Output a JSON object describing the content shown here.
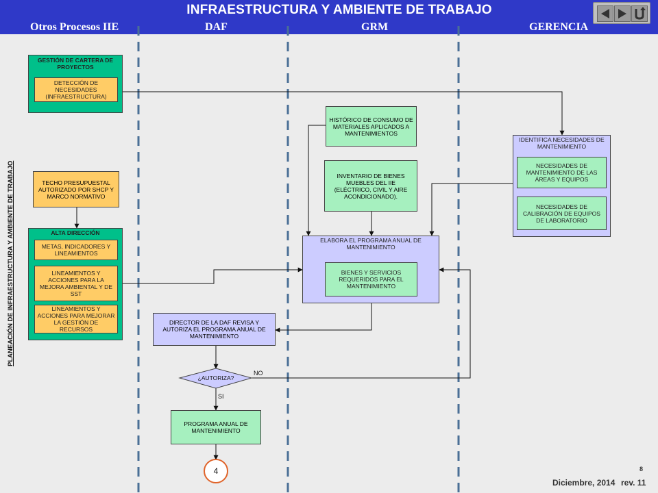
{
  "header": {
    "title": "INFRAESTRUCTURA Y AMBIENTE DE TRABAJO",
    "lanes": [
      "Otros Procesos IIE",
      "DAF",
      "GRM",
      "GERENCIA"
    ],
    "nav": {
      "back_icon": "triangle-left-icon",
      "forward_icon": "triangle-right-icon",
      "return_icon": "return-arrow-icon"
    }
  },
  "side_label": "PLANEACIÓN DE INFRAESTRUCTURA Y AMBIENTE DE TRABAJO",
  "nodes": {
    "cartera_title": "GESTIÓN DE CARTERA DE PROYECTOS",
    "deteccion": "DETECCIÓN DE NECESIDADES (INFRAESTRUCTURA)",
    "techo": "TECHO PRESUPUESTAL AUTORIZADO POR SHCP Y MARCO NORMATIVO",
    "alta_title": "ALTA DIRECCIÓN",
    "metas": "METAS, INDICADORES Y LINEAMIENTOS",
    "lineamientos_ssr": "LINEAMIENTOS Y ACCIONES PARA LA MEJORA AMBIENTAL Y DE SST",
    "lineamientos_rec": "LINEAMIENTOS Y ACCIONES PARA MEJORAR LA GESTIÓN DE RECURSOS",
    "historico": "HISTÓRICO DE CONSUMO DE MATERIALES APLICADOS A MANTENIMIENTOS",
    "inventario": "INVENTARIO DE BIENES MUEBLES DEL IIE (ELÉCTRICO, CIVIL Y AIRE ACONDICIONADO).",
    "identifica_title": "IDENTIFICA NECESIDADES DE MANTENIMIENTO",
    "nec_areas": "NECESIDADES DE MANTENIMIENTO DE LAS ÁREAS Y EQUIPOS",
    "nec_calib": "NECESIDADES DE CALIBRACIÓN DE EQUIPOS DE LABORATORIO",
    "elabora_title": "ELABORA EL PROGRAMA ANUAL DE MANTENIMIENTO",
    "bienes": "BIENES Y SERVICIOS REQUERIDOS PARA EL MANTENIMIENTO",
    "director": "DIRECTOR DE LA DAF REVISA Y AUTORIZA EL PROGRAMA ANUAL DE MANTENIMIENTO",
    "autoriza": "¿AUTORIZA?",
    "no": "NO",
    "si": "SI",
    "programa": "PROGRAMA ANUAL DE MANTENIMIENTO",
    "connector": "4"
  },
  "footer": {
    "page": "8",
    "date": "Diciembre, 2014",
    "rev": "rev. 11"
  }
}
